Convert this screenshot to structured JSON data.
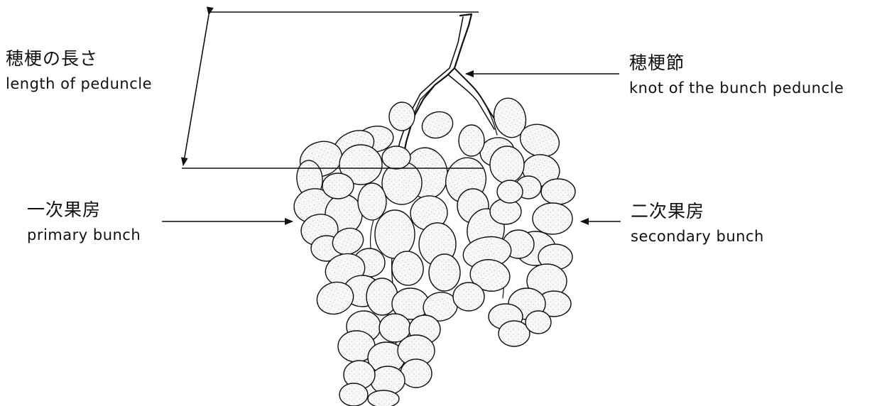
{
  "labels": {
    "peduncle_length": {
      "ja": "穂梗の長さ",
      "en": "length of peduncle"
    },
    "knot": {
      "ja": "穂梗節",
      "en": "knot of the bunch peduncle"
    },
    "primary_bunch": {
      "ja": "一次果房",
      "en": "primary bunch"
    },
    "secondary_bunch": {
      "ja": "二次果房",
      "en": "secondary bunch"
    }
  },
  "colors": {
    "ink": "#111111",
    "berry_fill": "#f4f4f4",
    "background": "#ffffff"
  }
}
